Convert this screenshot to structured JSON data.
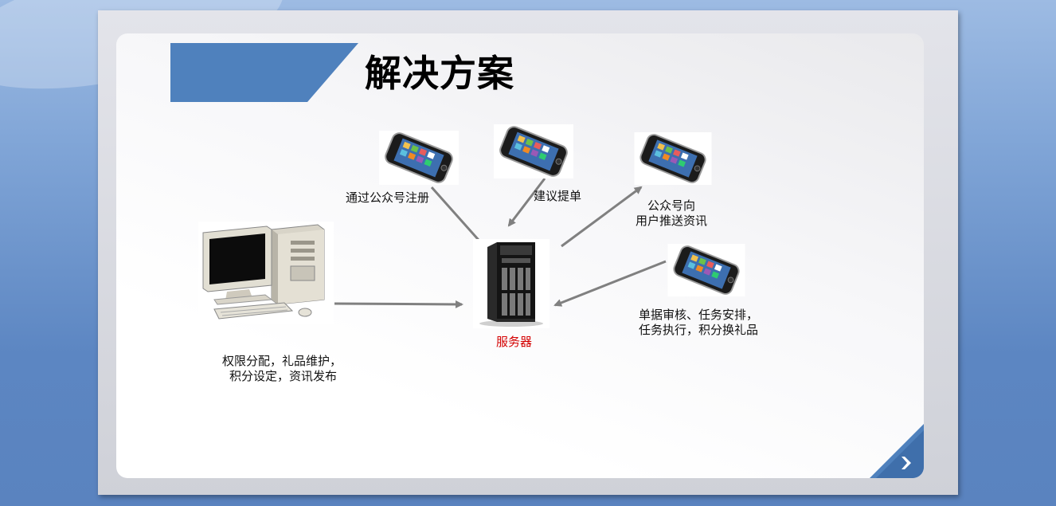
{
  "slide": {
    "title": "解决方案"
  },
  "diagram": {
    "nodes": {
      "server": {
        "label": "服务器",
        "icon": "server-tower-icon"
      },
      "admin_pc": {
        "label_line1": "权限分配，礼品维护，",
        "label_line2": "积分设定，资讯发布",
        "icon": "desktop-computer-icon"
      },
      "phone_register": {
        "label": "通过公众号注册",
        "icon": "smartphone-icon"
      },
      "phone_suggest": {
        "label": "建议提单",
        "icon": "smartphone-icon"
      },
      "phone_push": {
        "label_line1": "公众号向",
        "label_line2": "用户推送资讯",
        "icon": "smartphone-icon"
      },
      "phone_review": {
        "label_line1": "单据审核、任务安排，",
        "label_line2": "任务执行，积分换礼品",
        "icon": "smartphone-icon"
      }
    },
    "edges": [
      {
        "from": "phone_register",
        "to": "server"
      },
      {
        "from": "phone_suggest",
        "to": "server"
      },
      {
        "from": "server",
        "to": "phone_push"
      },
      {
        "from": "phone_review",
        "to": "server"
      },
      {
        "from": "admin_pc",
        "to": "server"
      }
    ]
  },
  "colors": {
    "accent_blue": "#4f81bd",
    "arrow_gray": "#808080",
    "server_label": "#d40000"
  }
}
